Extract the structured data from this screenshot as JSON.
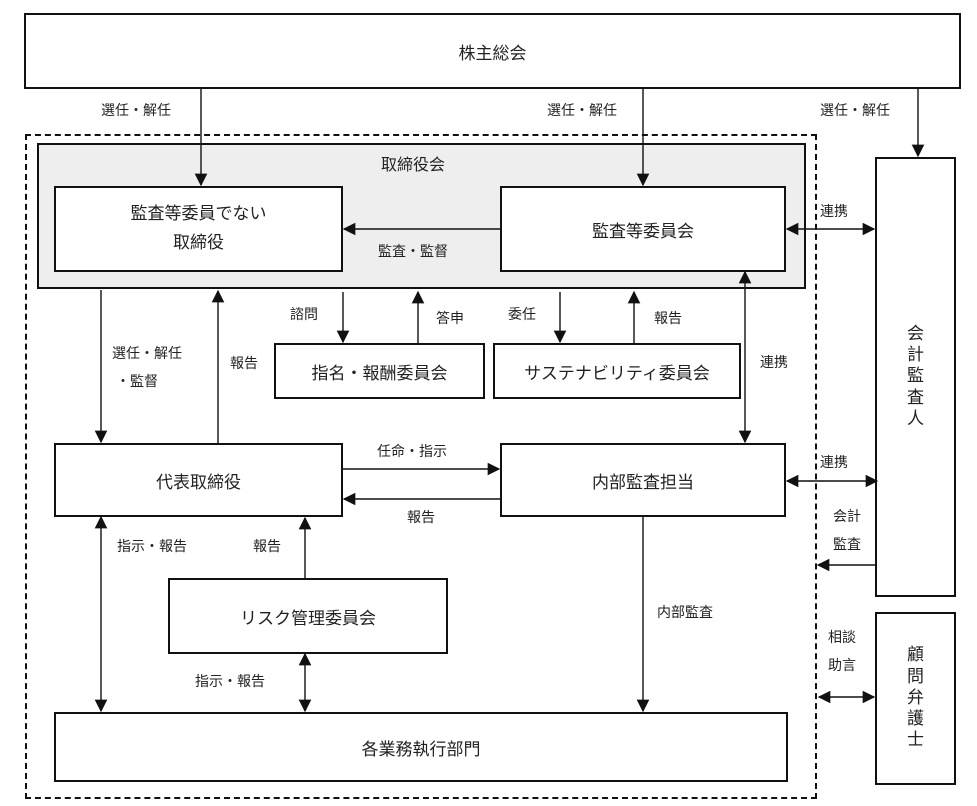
{
  "nodes": {
    "shareholders": "株主総会",
    "board": "取締役会",
    "directors_line1": "監査等委員でない",
    "directors_line2": "取締役",
    "audit_committee": "監査等委員会",
    "nomination": "指名・報酬委員会",
    "sustainability": "サステナビリティ委員会",
    "ceo": "代表取締役",
    "internal_audit": "内部監査担当",
    "risk": "リスク管理委員会",
    "divisions": "各業務執行部門",
    "auditor_chars": [
      "会",
      "計",
      "監",
      "査",
      "人"
    ],
    "lawyer_chars": [
      "顧",
      "問",
      "弁",
      "護",
      "士"
    ]
  },
  "labels": {
    "elect1": "選任・解任",
    "elect2": "選任・解任",
    "elect3": "選任・解任",
    "audit_supervise": "監査・監督",
    "cooperate1": "連携",
    "cooperate2": "連携",
    "cooperate3": "連携",
    "consult": "諮問",
    "answer": "答申",
    "delegate": "委任",
    "report_sus": "報告",
    "elect_supervise_l1": "選任・解任",
    "elect_supervise_l2": "・監督",
    "report_ceo": "報告",
    "appoint": "任命・指示",
    "report_ia": "報告",
    "instruct_report1": "指示・報告",
    "report_risk": "報告",
    "internal_audit_lbl": "内部監査",
    "acct_audit_l1": "会計",
    "acct_audit_l2": "監査",
    "consult_advice_l1": "相談",
    "consult_advice_l2": "助言",
    "instruct_report2": "指示・報告"
  }
}
